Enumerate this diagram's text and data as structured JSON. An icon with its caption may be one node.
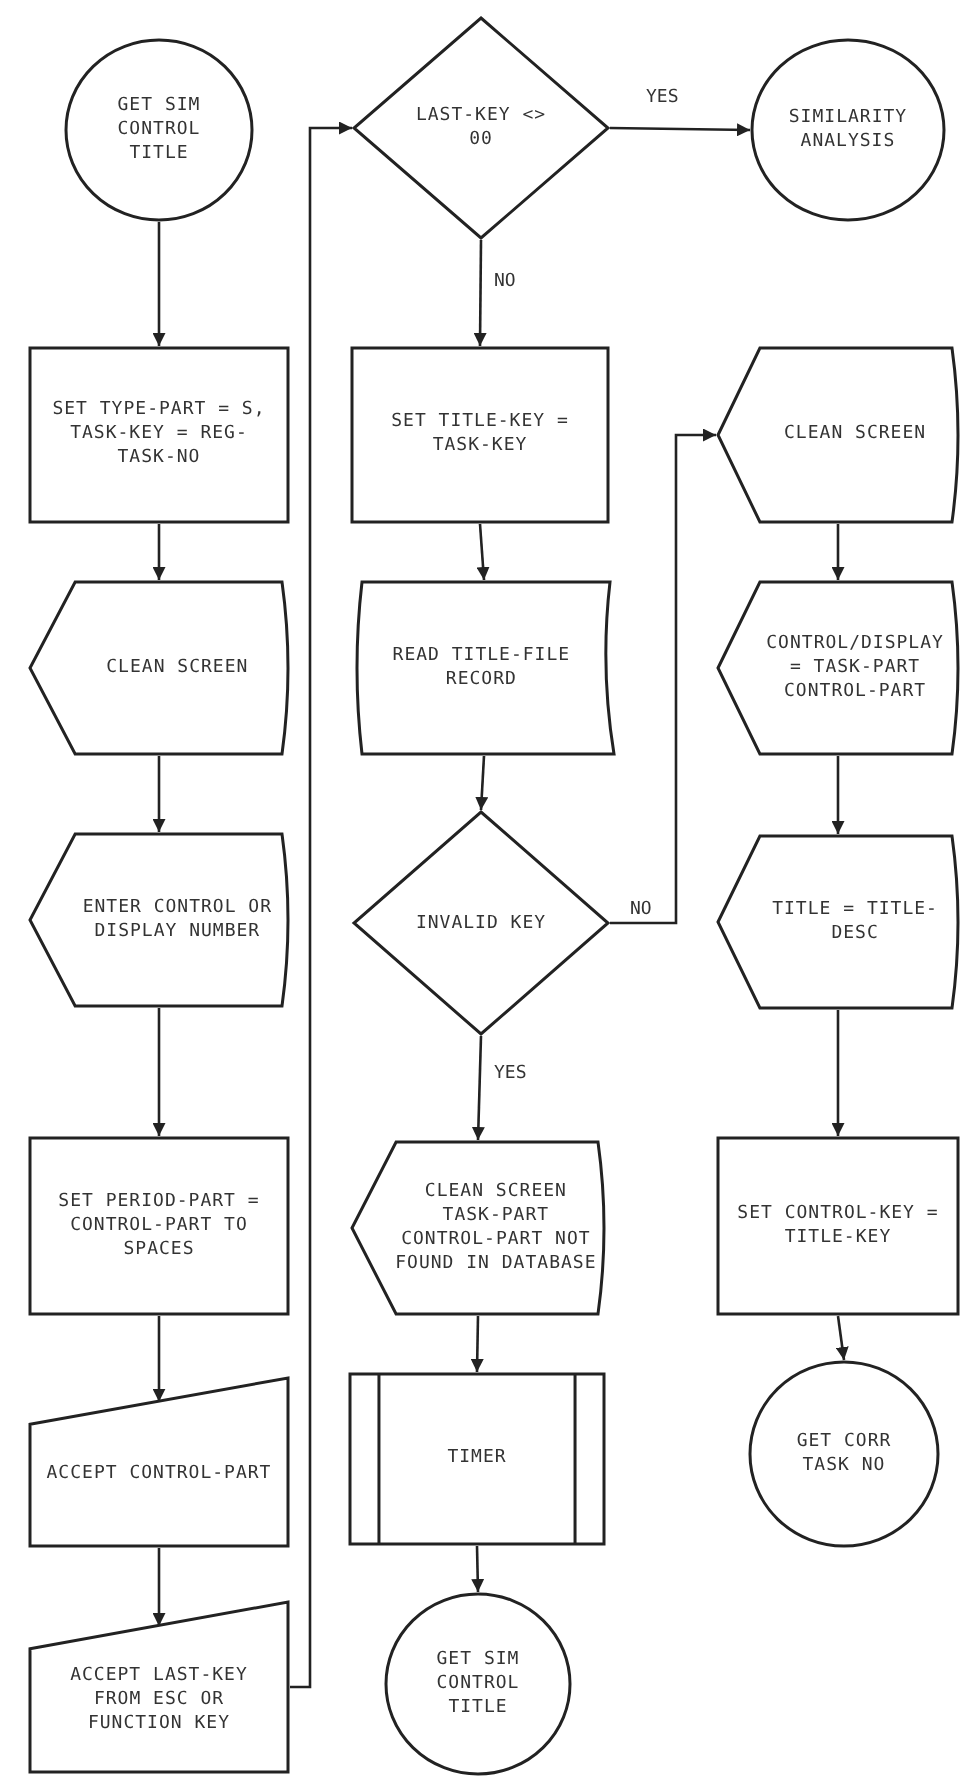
{
  "diagram": {
    "nodes": [
      {
        "text": [
          "GET SIM CONTROL TITLE"
        ]
      },
      {
        "text": [
          "SET TYPE-PART = S, TASK-KEY = REG-TASK-NO"
        ]
      },
      {
        "text": [
          "CLEAN SCREEN"
        ]
      },
      {
        "text": [
          "ENTER CONTROL OR DISPLAY NUMBER"
        ]
      },
      {
        "text": [
          "SET PERIOD-PART = CONTROL-PART TO SPACES"
        ]
      },
      {
        "text": [
          "ACCEPT CONTROL-PART"
        ]
      },
      {
        "text": [
          "ACCEPT LAST-KEY FROM ESC OR FUNCTION KEY"
        ]
      },
      {
        "text": [
          "LAST-KEY <> 00"
        ]
      },
      {
        "text": [
          "SIMILARITY ANALYSIS"
        ]
      },
      {
        "text": [
          "SET TITLE-KEY = TASK-KEY"
        ]
      },
      {
        "text": [
          "READ TITLE-FILE RECORD"
        ]
      },
      {
        "text": [
          "INVALID KEY"
        ]
      },
      {
        "text": [
          "CLEAN SCREEN TASK-PART CONTROL-PART NOT FOUND IN DATABASE"
        ]
      },
      {
        "text": [
          "TIMER"
        ]
      },
      {
        "text": [
          "GET SIM CONTROL TITLE"
        ]
      },
      {
        "text": [
          "CLEAN SCREEN"
        ]
      },
      {
        "text": [
          "CONTROL/DISPLAY = TASK-PART CONTROL-PART"
        ]
      },
      {
        "text": [
          "TITLE = TITLE-DESC"
        ]
      },
      {
        "text": [
          "SET CONTROL-KEY = TITLE-KEY"
        ]
      },
      {
        "text": [
          "GET CORR TASK NO"
        ]
      }
    ],
    "edges": [
      {
        "from": 0,
        "to": 1,
        "arrow": "to"
      },
      {
        "from": 1,
        "to": 2,
        "arrow": "to"
      },
      {
        "from": 2,
        "to": 3,
        "arrow": "to"
      },
      {
        "from": 3,
        "to": 4,
        "arrow": "to"
      },
      {
        "from": 4,
        "to": 5,
        "arrow": "to"
      },
      {
        "from": 5,
        "to": 6,
        "arrow": "to"
      },
      {
        "from": 6,
        "to": 7,
        "arrow": "to"
      },
      {
        "from": 7,
        "to": 8,
        "arrow": "to",
        "label": "YES"
      },
      {
        "from": 7,
        "to": 9,
        "arrow": "to",
        "label": "NO"
      },
      {
        "from": 9,
        "to": 10,
        "arrow": "to"
      },
      {
        "from": 10,
        "to": 11,
        "arrow": "to"
      },
      {
        "from": 11,
        "to": 15,
        "arrow": "to",
        "label": "NO"
      },
      {
        "from": 11,
        "to": 12,
        "arrow": "to",
        "label": "YES"
      },
      {
        "from": 12,
        "to": 13,
        "arrow": "to"
      },
      {
        "from": 13,
        "to": 14,
        "arrow": "to"
      },
      {
        "from": 15,
        "to": 16,
        "arrow": "to"
      },
      {
        "from": 16,
        "to": 17,
        "arrow": "to"
      },
      {
        "from": 17,
        "to": 18,
        "arrow": "to"
      },
      {
        "from": 18,
        "to": 19,
        "arrow": "to"
      }
    ]
  }
}
